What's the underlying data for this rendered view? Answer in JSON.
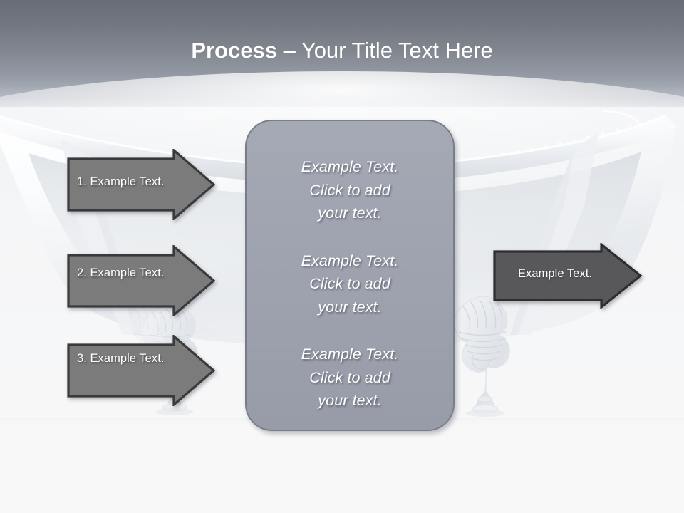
{
  "slide": {
    "title_bold": "Process",
    "title_sep": " – ",
    "title_rest": "Your Title Text Here",
    "background_description": "clawfoot-bathtub-photo"
  },
  "colors": {
    "header_gradient_top": "#686d77",
    "header_gradient_bottom": "#f2f3f5",
    "center_panel_fill": "#9ea3af",
    "center_panel_border": "#787d87",
    "left_arrow_fill": "#7b7b7b",
    "left_arrow_border": "#3a3a3a",
    "right_arrow_fill": "#58585a",
    "right_arrow_border": "#2e2e30",
    "text_white": "#ffffff",
    "slide_background": "#f7f7f8"
  },
  "left_arrows": [
    {
      "label": "1. Example Text."
    },
    {
      "label": "2. Example Text."
    },
    {
      "label": "3. Example Text."
    }
  ],
  "center_panel": {
    "blocks": [
      "Example Text.\nClick  to add\nyour text.",
      "Example Text.\nClick  to add\nyour text.",
      "Example Text.\nClick  to add\nyour text."
    ]
  },
  "right_arrow": {
    "label": "Example Text."
  }
}
